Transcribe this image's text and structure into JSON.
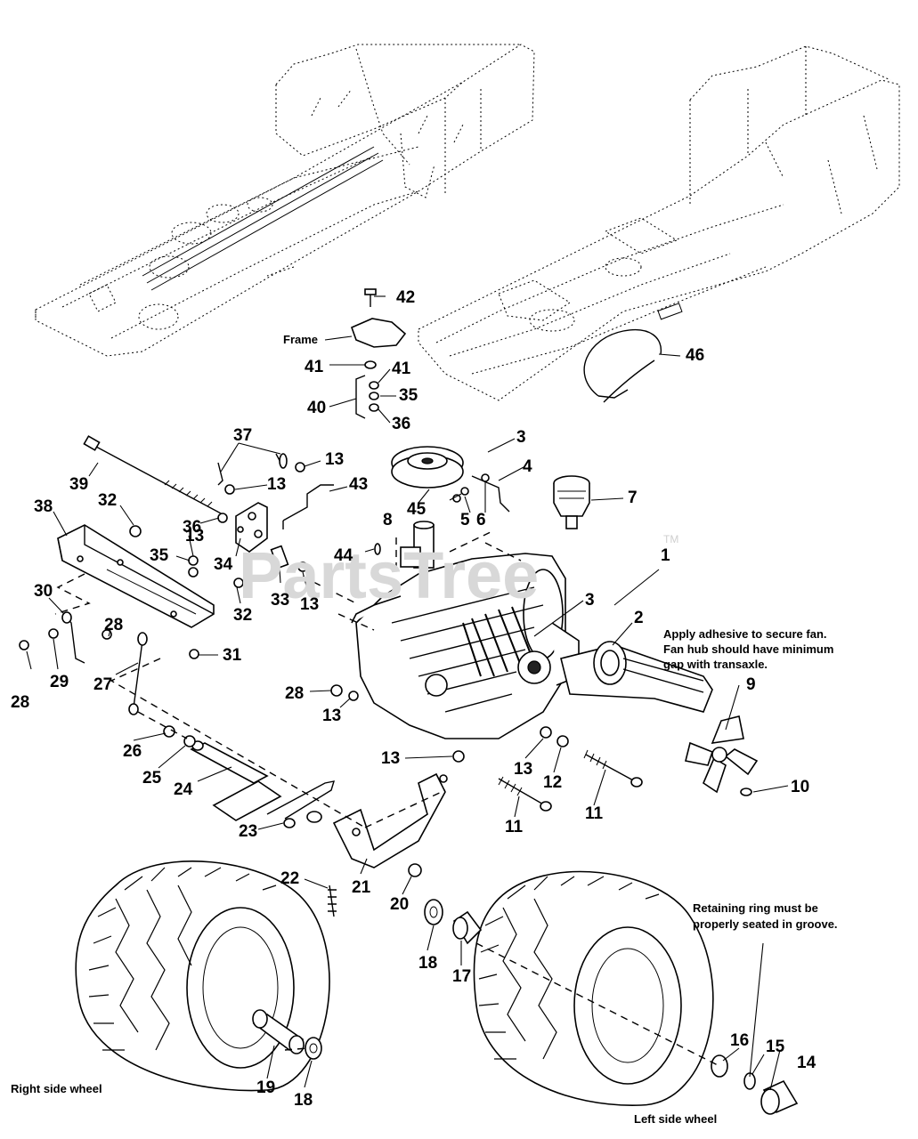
{
  "watermark": {
    "text": "PartsTree",
    "tm": "TM"
  },
  "notes": {
    "frame": "Frame",
    "fan_line1": "Apply adhesive to secure fan.",
    "fan_line2": "Fan hub should have minimum",
    "fan_line3": "gap with transaxle.",
    "ring_line1": "Retaining ring must be",
    "ring_line2": "properly seated in groove.",
    "right_wheel": "Right side wheel",
    "left_wheel": "Left side wheel"
  },
  "callouts": [
    {
      "id": "c42",
      "text": "42"
    },
    {
      "id": "c41a",
      "text": "41"
    },
    {
      "id": "c41b",
      "text": "41"
    },
    {
      "id": "c35a",
      "text": "35"
    },
    {
      "id": "c40",
      "text": "40"
    },
    {
      "id": "c36a",
      "text": "36"
    },
    {
      "id": "c46",
      "text": "46"
    },
    {
      "id": "c37",
      "text": "37"
    },
    {
      "id": "c13a",
      "text": "13"
    },
    {
      "id": "c13b",
      "text": "13"
    },
    {
      "id": "c3a",
      "text": "3"
    },
    {
      "id": "c4",
      "text": "4"
    },
    {
      "id": "c39",
      "text": "39"
    },
    {
      "id": "c43",
      "text": "43"
    },
    {
      "id": "c32a",
      "text": "32"
    },
    {
      "id": "c38",
      "text": "38"
    },
    {
      "id": "c36b",
      "text": "36"
    },
    {
      "id": "c13c",
      "text": "13"
    },
    {
      "id": "c8",
      "text": "8"
    },
    {
      "id": "c45",
      "text": "45"
    },
    {
      "id": "c5",
      "text": "5"
    },
    {
      "id": "c6",
      "text": "6"
    },
    {
      "id": "c7",
      "text": "7"
    },
    {
      "id": "c35b",
      "text": "35"
    },
    {
      "id": "c34",
      "text": "34"
    },
    {
      "id": "c44",
      "text": "44"
    },
    {
      "id": "c1",
      "text": "1"
    },
    {
      "id": "c30",
      "text": "30"
    },
    {
      "id": "c32b",
      "text": "32"
    },
    {
      "id": "c33",
      "text": "33"
    },
    {
      "id": "c13d",
      "text": "13"
    },
    {
      "id": "c3b",
      "text": "3"
    },
    {
      "id": "c2",
      "text": "2"
    },
    {
      "id": "c28a",
      "text": "28"
    },
    {
      "id": "c31",
      "text": "31"
    },
    {
      "id": "c29",
      "text": "29"
    },
    {
      "id": "c27",
      "text": "27"
    },
    {
      "id": "c28b",
      "text": "28"
    },
    {
      "id": "c28c",
      "text": "28"
    },
    {
      "id": "c13e",
      "text": "13"
    },
    {
      "id": "c9",
      "text": "9"
    },
    {
      "id": "c26",
      "text": "26"
    },
    {
      "id": "c13f",
      "text": "13"
    },
    {
      "id": "c13g",
      "text": "13"
    },
    {
      "id": "c12",
      "text": "12"
    },
    {
      "id": "c25",
      "text": "25"
    },
    {
      "id": "c24",
      "text": "24"
    },
    {
      "id": "c10",
      "text": "10"
    },
    {
      "id": "c11a",
      "text": "11"
    },
    {
      "id": "c11b",
      "text": "11"
    },
    {
      "id": "c23",
      "text": "23"
    },
    {
      "id": "c22",
      "text": "22"
    },
    {
      "id": "c21",
      "text": "21"
    },
    {
      "id": "c20",
      "text": "20"
    },
    {
      "id": "c18a",
      "text": "18"
    },
    {
      "id": "c17",
      "text": "17"
    },
    {
      "id": "c16",
      "text": "16"
    },
    {
      "id": "c15",
      "text": "15"
    },
    {
      "id": "c14",
      "text": "14"
    },
    {
      "id": "c19",
      "text": "19"
    },
    {
      "id": "c18b",
      "text": "18"
    }
  ]
}
